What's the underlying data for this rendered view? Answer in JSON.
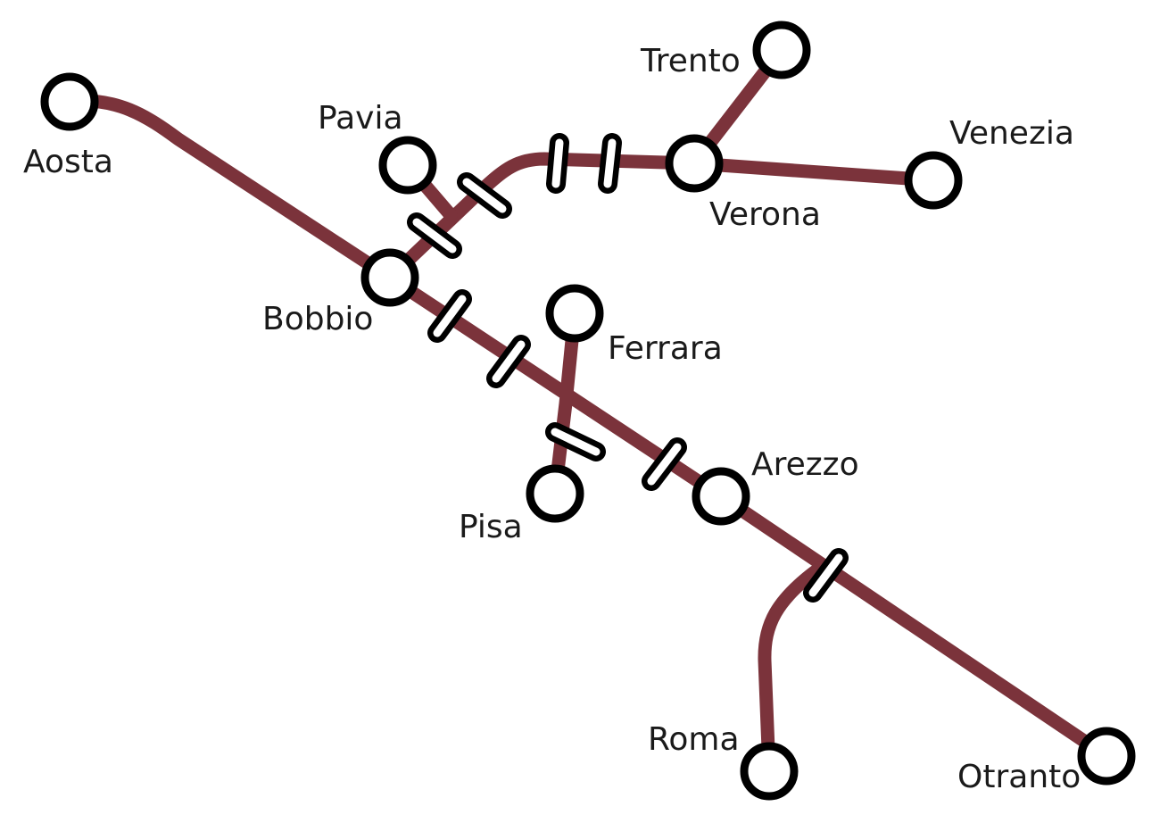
{
  "diagram": {
    "line_color": "#7b333b",
    "station_stroke": "#000000",
    "station_fill": "#ffffff",
    "stations": [
      {
        "id": "aosta",
        "name": "Aosta"
      },
      {
        "id": "pavia",
        "name": "Pavia"
      },
      {
        "id": "trento",
        "name": "Trento"
      },
      {
        "id": "venezia",
        "name": "Venezia"
      },
      {
        "id": "verona",
        "name": "Verona"
      },
      {
        "id": "bobbio",
        "name": "Bobbio"
      },
      {
        "id": "ferrara",
        "name": "Ferrara"
      },
      {
        "id": "pisa",
        "name": "Pisa"
      },
      {
        "id": "arezzo",
        "name": "Arezzo"
      },
      {
        "id": "roma",
        "name": "Roma"
      },
      {
        "id": "otranto",
        "name": "Otranto"
      }
    ],
    "connections": [
      {
        "from": "Aosta",
        "to": "Bobbio"
      },
      {
        "from": "Bobbio",
        "to": "Arezzo"
      },
      {
        "from": "Arezzo",
        "to": "Otranto"
      },
      {
        "from": "Bobbio",
        "to": "Verona"
      },
      {
        "from": "Pavia",
        "to": "Bobbio"
      },
      {
        "from": "Verona",
        "to": "Trento"
      },
      {
        "from": "Verona",
        "to": "Venezia"
      },
      {
        "from": "Ferrara",
        "to": "Pisa"
      },
      {
        "from": "Roma",
        "to": "Arezzo"
      }
    ]
  }
}
